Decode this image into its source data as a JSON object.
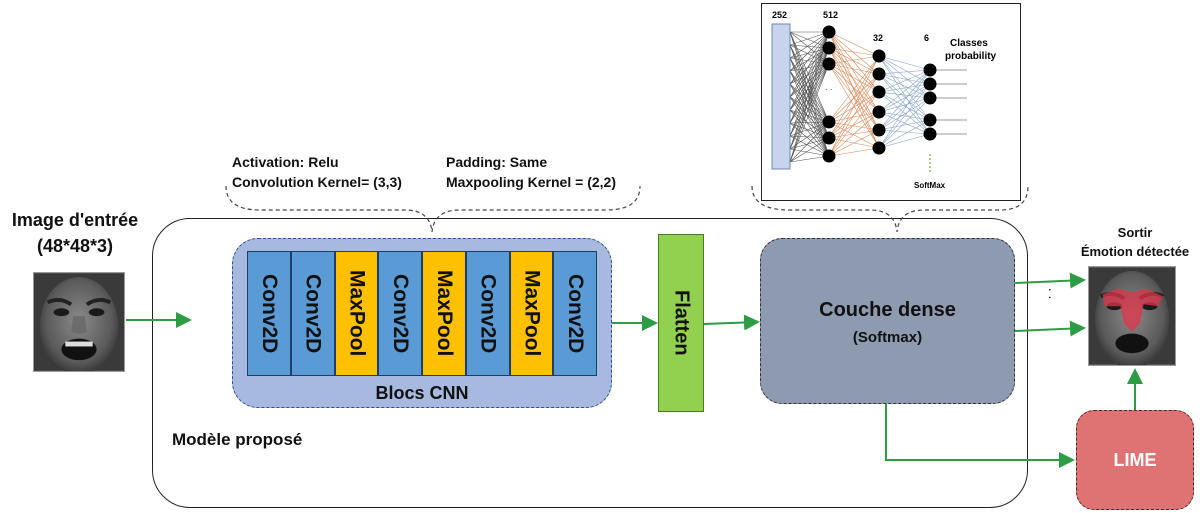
{
  "input": {
    "title_line1": "Image d'entrée",
    "title_line2": "(48*48*3)",
    "image_icon": "grimacing-face-grayscale"
  },
  "output": {
    "title_line1": "Sortir",
    "title_line2": "Émotion détectée",
    "image_icon": "face-with-lime-heatmap-overlay",
    "ellipsis": ". . ."
  },
  "cnn": {
    "params_left": [
      "Activation: Relu",
      "Convolution Kernel= (3,3)"
    ],
    "params_right": [
      "Padding: Same",
      "Maxpooling Kernel = (2,2)"
    ],
    "layers": [
      "Conv2D",
      "Conv2D",
      "MaxPool",
      "Conv2D",
      "MaxPool",
      "Conv2D",
      "MaxPool",
      "Conv2D"
    ],
    "label": "Blocs CNN"
  },
  "flatten": {
    "label": "Flatten"
  },
  "dense": {
    "title": "Couche dense",
    "subtitle": "(Softmax)"
  },
  "lime": {
    "label": "LIME"
  },
  "model": {
    "label": "Modèle proposé"
  },
  "nn_inset": {
    "layer_sizes": [
      "252",
      "512",
      "32",
      "6"
    ],
    "output_label": [
      "Classes",
      "probability"
    ],
    "softmax_label": "SoftMax",
    "dots": ". ."
  },
  "colors": {
    "conv": "#5b9bd5",
    "pool": "#ffc000",
    "cnn_container": "#a7b9de",
    "flatten": "#92d050",
    "dense": "#8e9aaf",
    "lime": "#df7373",
    "arrow": "#2e9b45",
    "nn_orange": "#d98b5a",
    "nn_blue": "#8aa8cc"
  }
}
